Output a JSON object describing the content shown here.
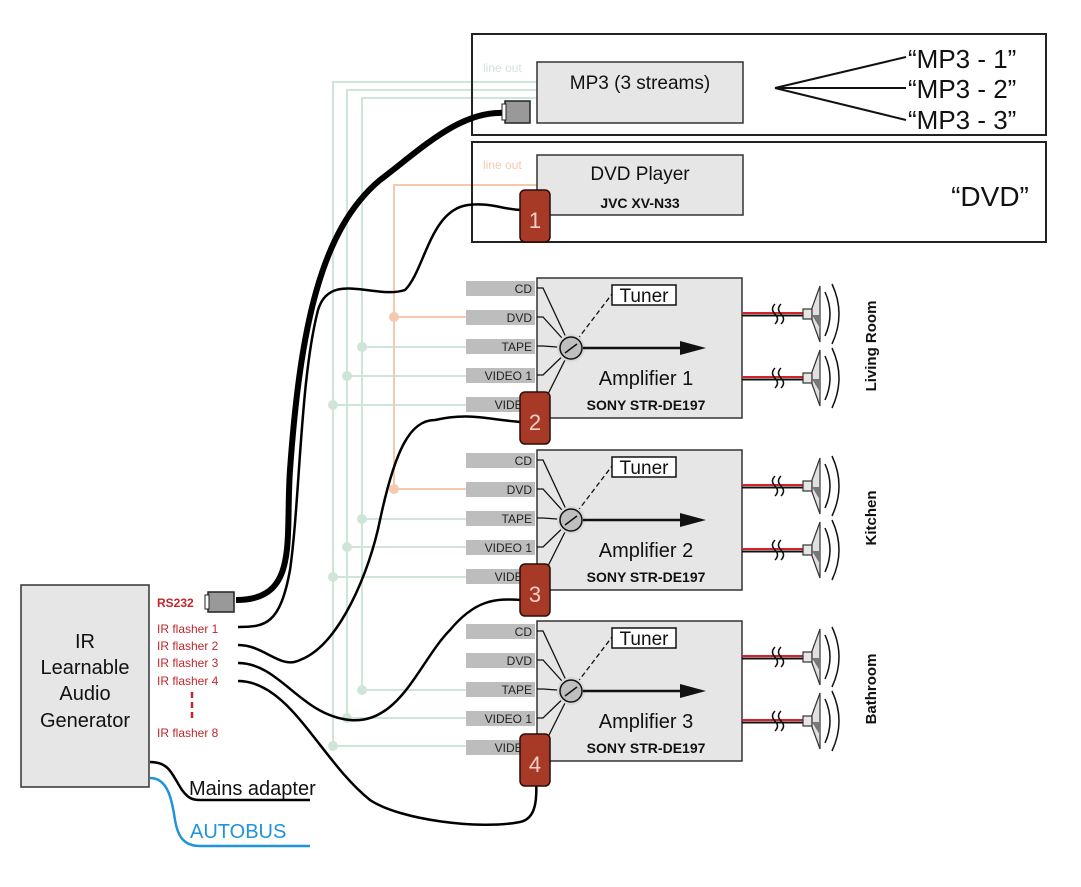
{
  "colors": {
    "device_fill": "#e6e6e6",
    "input_label_fill": "#bdbdbd",
    "flasher_fill": "#a63a26",
    "flasher_text": "#f6cfc4",
    "green_line": "#cfe5d8",
    "orange_line": "#f4c9b0",
    "red_text": "#c0272d",
    "autobus": "#1f94d8",
    "speaker_wire_red": "#d5222a"
  },
  "mp3_zone": {
    "line_out_label": "line out",
    "device_label": "MP3 (3 streams)",
    "streams": [
      "“MP3 - 1”",
      "“MP3 - 2”",
      "“MP3 - 3”"
    ]
  },
  "dvd_zone": {
    "line_out_label": "line out",
    "device_label": "DVD Player",
    "model": "JVC XV-N33",
    "source_name": "“DVD”"
  },
  "flashers": [
    "1",
    "2",
    "3",
    "4"
  ],
  "amplifiers": [
    {
      "label": "Amplifier 1",
      "model": "SONY STR-DE197",
      "tuner": "Tuner",
      "inputs": [
        "CD",
        "DVD",
        "TAPE",
        "VIDEO 1",
        "VIDEO"
      ],
      "room": "Living Room"
    },
    {
      "label": "Amplifier 2",
      "model": "SONY STR-DE197",
      "tuner": "Tuner",
      "inputs": [
        "CD",
        "DVD",
        "TAPE",
        "VIDEO 1",
        "VIDEO"
      ],
      "room": "Kitchen"
    },
    {
      "label": "Amplifier 3",
      "model": "SONY STR-DE197",
      "tuner": "Tuner",
      "inputs": [
        "CD",
        "DVD",
        "TAPE",
        "VIDEO 1",
        "VIDEO"
      ],
      "room": "Bathroom"
    }
  ],
  "generator": {
    "label_lines": [
      "IR",
      "Learnable",
      "Audio",
      "Generator"
    ],
    "rs232": "RS232",
    "ir_flashers": [
      "IR flasher 1",
      "IR flasher 2",
      "IR flasher 3",
      "IR flasher 4"
    ],
    "ir_flasher_last": "IR flasher 8",
    "mains": "Mains adapter",
    "autobus": "AUTOBUS"
  }
}
